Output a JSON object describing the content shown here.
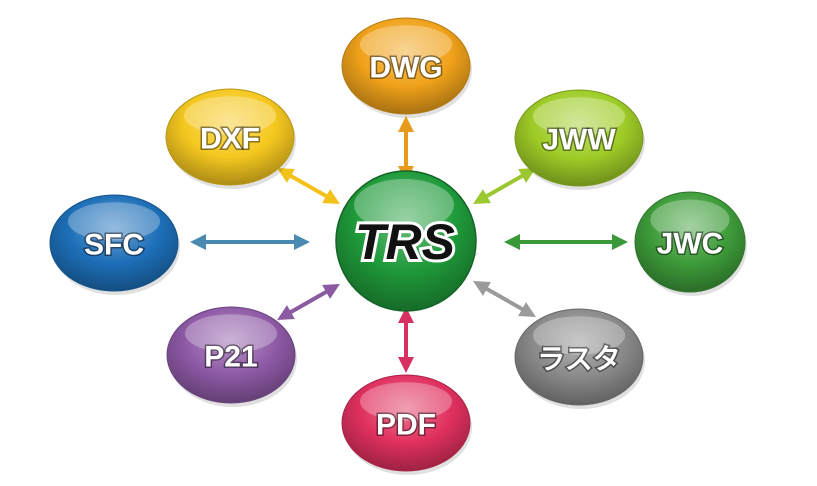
{
  "center": {
    "label": "TRS",
    "color": "#1f9a3a"
  },
  "nodes": [
    {
      "id": "dwg",
      "label": "DWG",
      "color": "#f0a21a"
    },
    {
      "id": "jww",
      "label": "JWW",
      "color": "#9fcc27"
    },
    {
      "id": "jwc",
      "label": "JWC",
      "color": "#3e9c3a"
    },
    {
      "id": "raster",
      "label": "ラスタ",
      "color": "#8a8a8a"
    },
    {
      "id": "pdf",
      "label": "PDF",
      "color": "#e0305e"
    },
    {
      "id": "p21",
      "label": "P21",
      "color": "#8e5aa6"
    },
    {
      "id": "sfc",
      "label": "SFC",
      "color": "#1d6fb8"
    },
    {
      "id": "dxf",
      "label": "DXF",
      "color": "#f5c81f"
    }
  ],
  "arrow_colors": {
    "dwg": "#e89a1c",
    "jww": "#9cc82f",
    "jwc": "#3a9a3a",
    "raster": "#9a9a9a",
    "pdf": "#d83062",
    "p21": "#8a5aa2",
    "sfc": "#4a8ab0",
    "dxf": "#f2c21a"
  }
}
